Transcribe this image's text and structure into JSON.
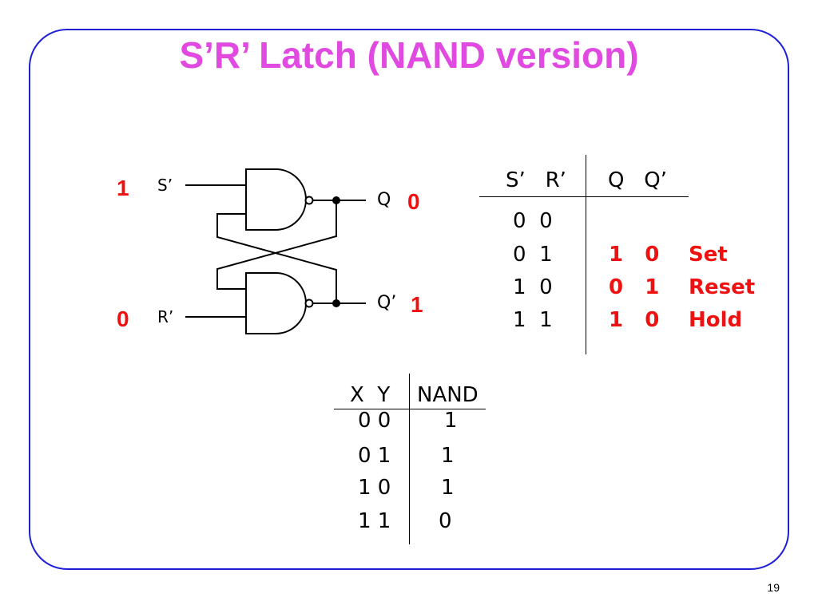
{
  "slide": {
    "title": "S’R’ Latch (NAND version)",
    "page_number": "19",
    "accent_color": "#e04ae0",
    "frame_color": "#1f1fd6",
    "highlight_color": "#ee1111"
  },
  "circuit": {
    "input_s_label": "S’",
    "input_r_label": "R’",
    "output_q_label": "Q",
    "output_qbar_label": "Q’",
    "s_value": "1",
    "r_value": "0",
    "q_value": "0",
    "qbar_value": "1"
  },
  "latch_table": {
    "header_inputs": "S’   R’",
    "header_outputs": "Q   Q’",
    "rows": [
      {
        "inputs": "0  0",
        "outputs": "",
        "label": ""
      },
      {
        "inputs": "0  1",
        "outputs": "1   0",
        "label": "Set"
      },
      {
        "inputs": "1  0",
        "outputs": "0   1",
        "label": "Reset"
      },
      {
        "inputs": "1  1",
        "outputs": "1   0",
        "label": "Hold"
      }
    ]
  },
  "nand_table": {
    "header_inputs": "X  Y",
    "header_output": "NAND",
    "rows": [
      {
        "inputs": "0 0",
        "output": "1"
      },
      {
        "inputs": "0 1",
        "output": "1"
      },
      {
        "inputs": "1 0",
        "output": "1"
      },
      {
        "inputs": "1 1",
        "output": "0"
      }
    ]
  }
}
